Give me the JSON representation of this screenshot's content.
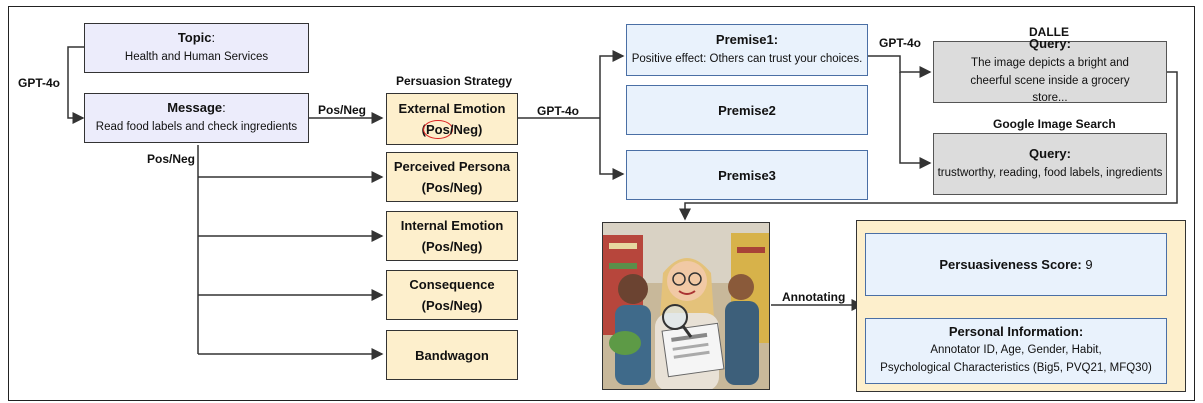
{
  "topic": {
    "label": "Topic",
    "value": "Health and Human Services"
  },
  "message": {
    "label": "Message",
    "value": "Read food labels and check ingredients"
  },
  "edges": {
    "gpt4o_left": "GPT-4o",
    "posneg_right": "Pos/Neg",
    "posneg_down": "Pos/Neg",
    "gpt4o_mid": "GPT-4o",
    "gpt4o_right": "GPT-4o",
    "annotating": "Annotating"
  },
  "strategy": {
    "heading": "Persuasion Strategy",
    "items": [
      {
        "name": "External Emotion",
        "pos": "Pos",
        "rest": "/Neg)",
        "open": "("
      },
      {
        "name": "Perceived Persona",
        "detail": "(Pos/Neg)"
      },
      {
        "name": "Internal Emotion",
        "detail": "(Pos/Neg)"
      },
      {
        "name": "Consequence",
        "detail": "(Pos/Neg)"
      },
      {
        "name": "Bandwagon",
        "detail": ""
      }
    ]
  },
  "premises": [
    {
      "label": "Premise1:",
      "text": "Positive effect: Others can trust your choices."
    },
    {
      "label": "Premise2",
      "text": ""
    },
    {
      "label": "Premise3",
      "text": ""
    }
  ],
  "dalle": {
    "heading": "DALLE",
    "query_label": "Query:",
    "query": "The image depicts a bright and cheerful scene inside a grocery store..."
  },
  "google": {
    "heading": "Google Image Search",
    "query_label": "Query:",
    "query": "trustworthy, reading, food labels, ingredients"
  },
  "score": {
    "label": "Persuasiveness Score:",
    "value": "9"
  },
  "personal": {
    "label": "Personal Information:",
    "line1": "Annotator ID, Age, Gender, Habit,",
    "line2": "Psychological Characteristics (Big5, PVQ21, MFQ30)"
  },
  "colors": {
    "lavender": "#ececfb",
    "peach": "#fdefcc",
    "blue": "#e9f2fc",
    "gray": "#dcdcdc",
    "highlight": "#d22222"
  }
}
